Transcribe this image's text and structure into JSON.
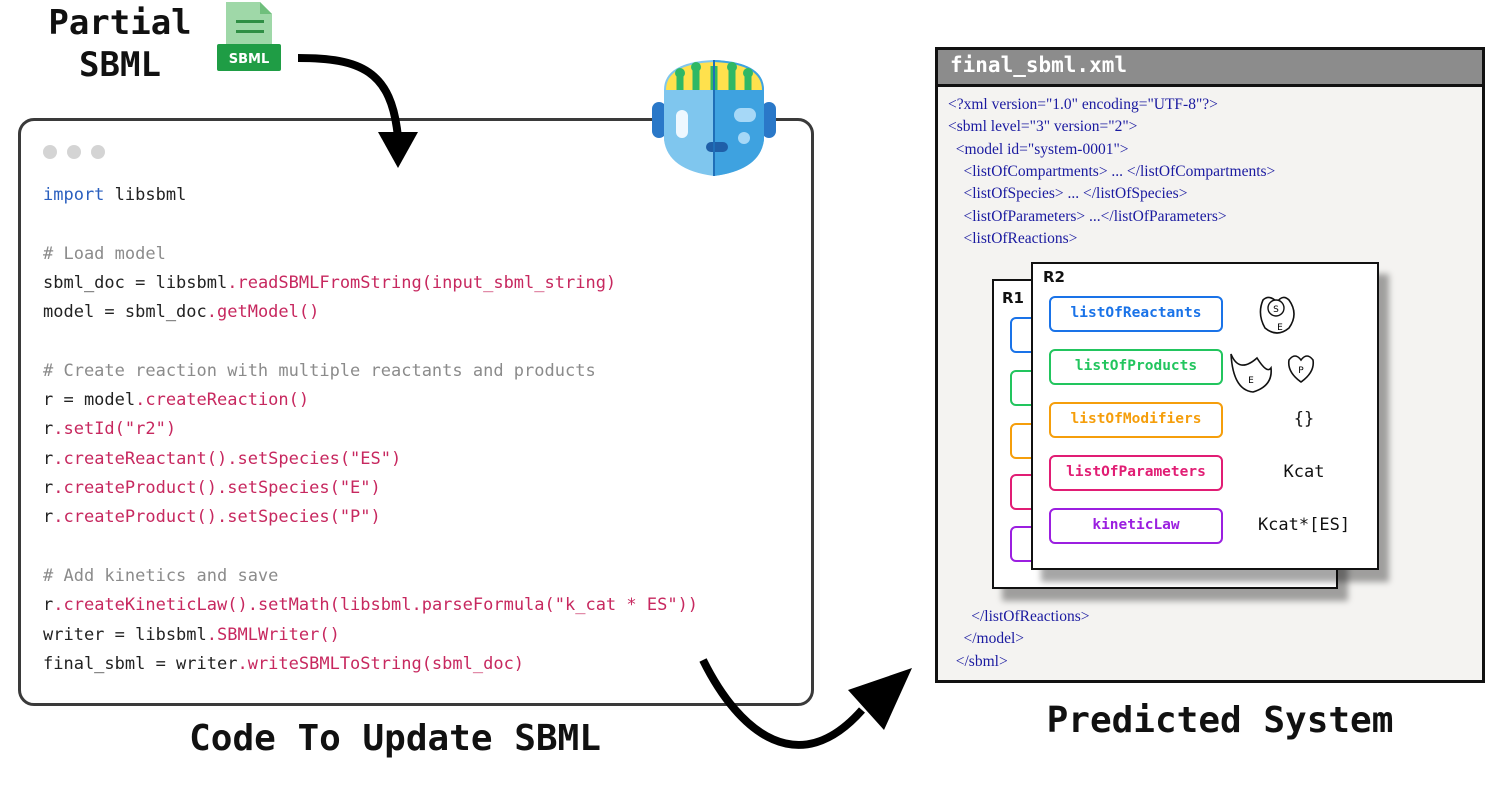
{
  "input": {
    "title": "Partial\nSBML",
    "file_icon_label": "SBML"
  },
  "code_window": {
    "caption": "Code To Update SBML",
    "lines": [
      [
        {
          "t": "import",
          "c": "kw"
        },
        {
          "t": " libsbml",
          "c": ""
        }
      ],
      [],
      [
        {
          "t": "# Load model",
          "c": "cm"
        }
      ],
      [
        {
          "t": "sbml_doc = libsbml",
          "c": ""
        },
        {
          "t": ".readSBMLFromString(input_sbml_string)",
          "c": "fn"
        }
      ],
      [
        {
          "t": "model = sbml_doc",
          "c": ""
        },
        {
          "t": ".getModel()",
          "c": "fn"
        }
      ],
      [],
      [
        {
          "t": "# Create reaction with multiple reactants and products",
          "c": "cm"
        }
      ],
      [
        {
          "t": "r = model",
          "c": ""
        },
        {
          "t": ".createReaction()",
          "c": "fn"
        }
      ],
      [
        {
          "t": "r",
          "c": ""
        },
        {
          "t": ".setId(\"r2\")",
          "c": "fn"
        }
      ],
      [
        {
          "t": "r",
          "c": ""
        },
        {
          "t": ".createReactant().setSpecies(\"ES\")",
          "c": "fn"
        }
      ],
      [
        {
          "t": "r",
          "c": ""
        },
        {
          "t": ".createProduct().setSpecies(\"E\")",
          "c": "fn"
        }
      ],
      [
        {
          "t": "r",
          "c": ""
        },
        {
          "t": ".createProduct().setSpecies(\"P\")",
          "c": "fn"
        }
      ],
      [],
      [
        {
          "t": "# Add kinetics and save",
          "c": "cm"
        }
      ],
      [
        {
          "t": "r",
          "c": ""
        },
        {
          "t": ".createKineticLaw().setMath(libsbml.parseFormula(\"k_cat * ES\"))",
          "c": "fn"
        }
      ],
      [
        {
          "t": "writer = libsbml",
          "c": ""
        },
        {
          "t": ".SBMLWriter()",
          "c": "fn"
        }
      ],
      [
        {
          "t": "final_sbml = writer",
          "c": ""
        },
        {
          "t": ".writeSBMLToString(sbml_doc)",
          "c": "fn"
        }
      ]
    ]
  },
  "xml_window": {
    "title": "final_sbml.xml",
    "caption": "Predicted System",
    "head_lines": [
      "<?xml version=\"1.0\" encoding=\"UTF-8\"?>",
      "<sbml level=\"3\" version=\"2\">",
      "  <model id=\"system-0001\">",
      "    <listOfCompartments> ... </listOfCompartments>",
      "    <listOfSpecies> ... </listOfSpecies>",
      "    <listOfParameters> ...</listOfParameters>",
      "    <listOfReactions>"
    ],
    "tail_lines": [
      "      </listOfReactions>",
      "    </model>",
      "  </sbml>"
    ]
  },
  "reactions": {
    "back_label": "R1",
    "front_label": "R2",
    "rows": [
      {
        "label": "listOfReactants",
        "color": "#1a73e8",
        "value": ""
      },
      {
        "label": "listOfProducts",
        "color": "#22c55e",
        "value": ""
      },
      {
        "label": "listOfModifiers",
        "color": "#f59e0b",
        "value": "{}"
      },
      {
        "label": "listOfParameters",
        "color": "#e11d74",
        "value": "Kcat"
      },
      {
        "label": "kineticLaw",
        "color": "#9b1fe0",
        "value": "Kcat*[ES]"
      }
    ],
    "glyph_letters": {
      "es_top": "S",
      "es_bottom": "E",
      "e": "E",
      "p": "P"
    }
  },
  "colors": {
    "keyword": "#2a5fbf",
    "comment": "#8b8b8b",
    "function": "#c7285f",
    "xml_text": "#1a1aa0"
  }
}
